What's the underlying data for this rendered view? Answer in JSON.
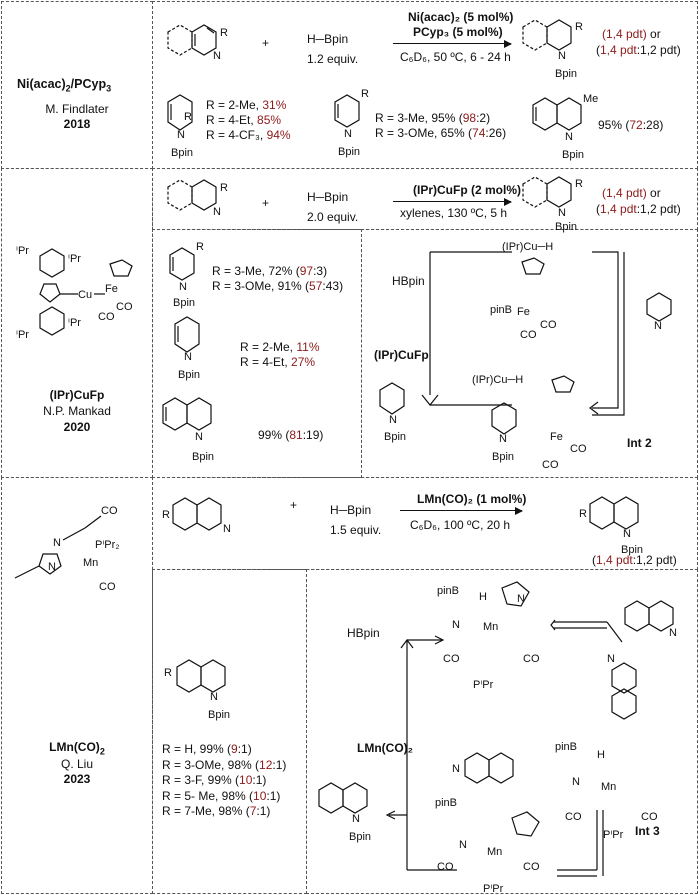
{
  "section1": {
    "catalyst_name": "Ni(acac)",
    "catalyst_sub2": "2",
    "catalyst_slash": "/PCyp",
    "catalyst_sub3": "3",
    "author": "M. Findlater",
    "year": "2018",
    "plus": "+",
    "reagent": "H─Bpin",
    "equiv": "1.2 equiv.",
    "cond_line1": "Ni(acac)₂ (5 mol%)",
    "cond_line2": "PCyp₃ (5 mol%)",
    "cond_line3": "C₆D₆, 50 ºC, 6 - 24 h",
    "sel_a": "(1,4 pdt) or",
    "sel_b": "(1,4 pdt:1,2 pdt)",
    "r_list_left": [
      "R = 2-Me, ",
      "R = 4-Et, ",
      "R = 4-CF₃, "
    ],
    "r_list_left_vals": [
      "31%",
      "85%",
      "94%"
    ],
    "r_list_mid": [
      "R = 3-Me, 95% (",
      "R = 3-OMe, 65% ("
    ],
    "r_list_mid_sel": [
      "98",
      "74"
    ],
    "r_list_mid_rest": [
      ":2)",
      ":26)"
    ],
    "quin_yield": "95% (",
    "quin_sel": "72",
    "quin_rest": ":28)"
  },
  "section2": {
    "catalyst_name": "(IPr)CuFp",
    "author": "N.P. Mankad",
    "year": "2020",
    "plus": "+",
    "reagent": "H─Bpin",
    "equiv": "2.0 equiv.",
    "cond_line1": "(IPr)CuFp (2 mol%)",
    "cond_line2": "xylenes, 130 ºC, 5 h",
    "sel_a": "(1,4 pdt) or",
    "sel_b": "(1,4 pdt:1,2 pdt)",
    "r_a": [
      "R = 3-Me, 72% (",
      "R = 3-OMe, 91% ("
    ],
    "r_a_sel": [
      "97",
      "57"
    ],
    "r_a_rest": [
      ":3)",
      ":43)"
    ],
    "r_b": [
      "R = 2-Me, ",
      "R = 4-Et, "
    ],
    "r_b_vals": [
      "11%",
      "27%"
    ],
    "quin_yield": "99% (",
    "quin_sel": "81",
    "quin_rest": ":19)",
    "cycle_hbpin": "HBpin",
    "cycle_cat": "(IPr)CuFp",
    "cycle_cuh": "(IPr)Cu─H",
    "cycle_int": "Int 2"
  },
  "section3": {
    "catalyst_name": "LMn(CO)",
    "catalyst_sub": "2",
    "author": "Q. Liu",
    "year": "2023",
    "plus": "+",
    "reagent": "H─Bpin",
    "equiv": "1.5 equiv.",
    "cond_line1": "LMn(CO)₂ (1 mol%)",
    "cond_line2": "C₆D₆, 100 ºC, 20 h",
    "sel_a": "(1,4 pdt:1,2 pdt)",
    "r_list": [
      "R = H, 99% (",
      "R = 3-OMe, 98% (",
      "R = 3-F, 99% (",
      "R = 5- Me, 98% (",
      "R = 7-Me, 98% ("
    ],
    "r_list_sel": [
      "9",
      "12",
      "10",
      "10",
      "7"
    ],
    "r_list_rest": [
      ":1)",
      ":1)",
      ":1)",
      ":1)",
      ":1)"
    ],
    "cycle_hbpin": "HBpin",
    "cycle_cat": "LMn(CO)₂",
    "cycle_int": "Int 3"
  },
  "labels": {
    "bpin": "Bpin",
    "R": "R",
    "N": "N",
    "Me": "Me",
    "CO": "CO",
    "Mn": "Mn",
    "pinB": "pinB",
    "H": "H",
    "PiPr": "PⁱPr",
    "PiPr2": "PⁱPr₂",
    "iPr": "ⁱPr",
    "Cu": "Cu",
    "Fe": "Fe"
  }
}
